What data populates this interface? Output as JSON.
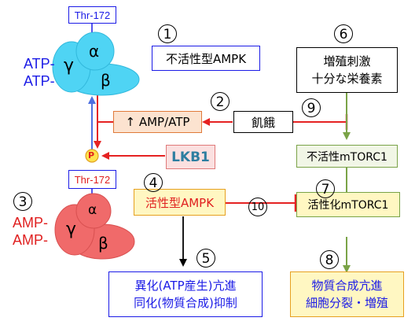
{
  "colors": {
    "blue_label": "#1b1be6",
    "red_label": "#e02020",
    "inactive_subunit": "#4fd4f4",
    "active_subunit": "#f06a6a",
    "arrow_red": "#e52222",
    "arrow_blue": "#4d6fe0",
    "arrow_green": "#7aa347",
    "arrow_black": "#000000",
    "phospho_fill": "#ffe14d",
    "lkb1_text": "#2d7ea0"
  },
  "inactive_ampk": {
    "site": "Thr-172",
    "atp1": "ATP-",
    "atp2": "ATP-",
    "alpha": "α",
    "gamma": "γ",
    "beta": "β"
  },
  "active_ampk": {
    "site": "Thr-172",
    "amp1": "AMP-",
    "amp2": "AMP-",
    "alpha": "α",
    "gamma": "γ",
    "beta": "β",
    "phospho": "P"
  },
  "labels": {
    "inactive_ampk": "不活性型AMPK",
    "amp_atp": "↑ AMP/ATP",
    "starvation": "飢餓",
    "lkb1": "LKB1",
    "active_ampk": "活性型AMPK",
    "catabolism_line1": "異化(ATP産生)亢進",
    "catabolism_line2": "同化(物質合成)抑制",
    "stimulus_line1": "増殖刺激",
    "stimulus_line2": "十分な栄養素",
    "inactive_mtorc1": "不活性mTORC1",
    "active_mtorc1": "活性化mTORC1",
    "output_line1": "物質合成亢進",
    "output_line2": "細胞分裂・増殖"
  },
  "numbers": {
    "n1": "1",
    "n2": "2",
    "n3": "3",
    "n4": "4",
    "n5": "5",
    "n6": "6",
    "n7": "7",
    "n8": "8",
    "n9": "9",
    "n10": "10"
  }
}
